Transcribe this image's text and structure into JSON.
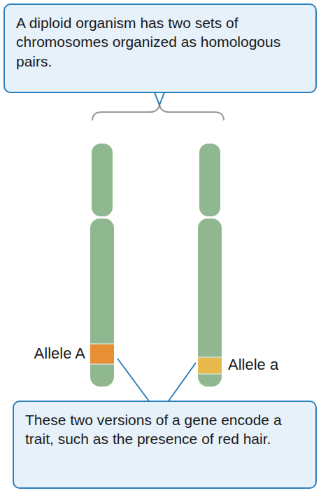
{
  "diagram": {
    "nodes": [
      {
        "text": [
          "A diploid organism has two sets of chromosomes organized as homologous pairs."
        ]
      },
      {
        "text": [
          "These two versions of a gene encode a trait, such as the presence of red hair."
        ]
      }
    ],
    "labels": [
      "Allele A",
      "Allele a"
    ]
  }
}
